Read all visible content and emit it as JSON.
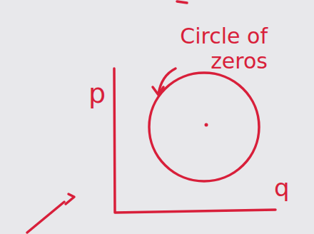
{
  "diagram": {
    "labels": [
      "Circle of zeros",
      "p",
      "q"
    ]
  }
}
